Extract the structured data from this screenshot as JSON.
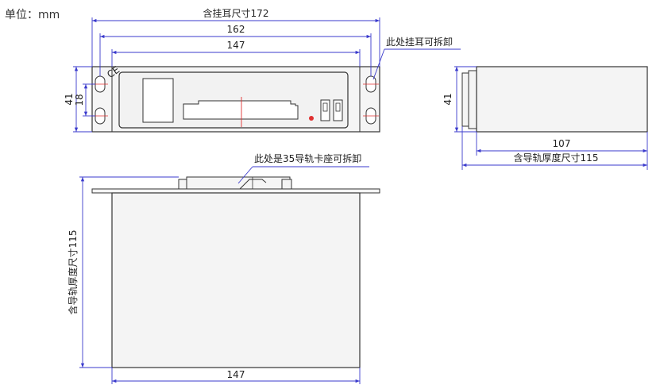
{
  "unit_label": "单位：mm",
  "front_view": {
    "dim_total_with_ears": "含挂耳尺寸172",
    "dim_162": "162",
    "dim_147": "147",
    "dim_height_41": "41",
    "dim_hole_18": "18",
    "note_ears_removable": "此处挂耳可拆卸",
    "mark_ce": "CE"
  },
  "side_view": {
    "dim_height_41": "41",
    "dim_depth_107": "107",
    "dim_depth_with_rail": "含导轨厚度尺寸115"
  },
  "top_view": {
    "note_rail_removable": "此处是35导轨卡座可拆卸",
    "dim_depth_with_rail": "含导轨厚度尺寸115",
    "dim_width_147": "147"
  },
  "colors": {
    "dimension_line": "#3a3acc",
    "outline": "#333333",
    "center_mark": "#e03030",
    "panel_fill": "#f2f2f2",
    "body_fill": "#f4f4f4"
  }
}
